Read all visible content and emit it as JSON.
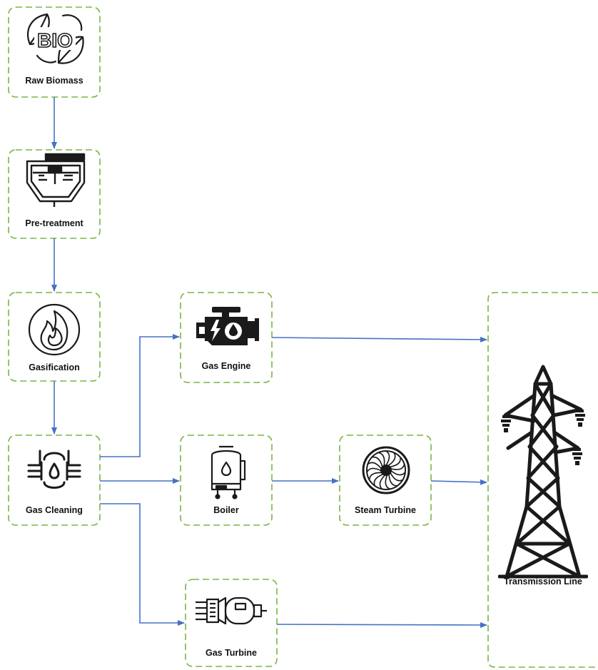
{
  "colors": {
    "border": "#78b543",
    "arrow": "#4472c4",
    "icon": "#1a1a1a"
  },
  "nodes": {
    "raw_biomass": {
      "label": "Raw Biomass",
      "icon": "bio-leaf-icon",
      "icon_text": "BIO"
    },
    "pretreatment": {
      "label": "Pre-treatment",
      "icon": "pretreatment-tank-icon"
    },
    "gasification": {
      "label": "Gasification",
      "icon": "flame-icon"
    },
    "gas_cleaning": {
      "label": "Gas Cleaning",
      "icon": "gas-cleaning-icon"
    },
    "gas_engine": {
      "label": "Gas Engine",
      "icon": "engine-icon"
    },
    "boiler": {
      "label": "Boiler",
      "icon": "boiler-icon"
    },
    "steam_turbine": {
      "label": "Steam Turbine",
      "icon": "turbine-fan-icon"
    },
    "gas_turbine": {
      "label": "Gas Turbine",
      "icon": "gas-turbine-icon"
    },
    "transmission_line": {
      "label": "Transmission Line",
      "icon": "transmission-tower-icon"
    }
  }
}
